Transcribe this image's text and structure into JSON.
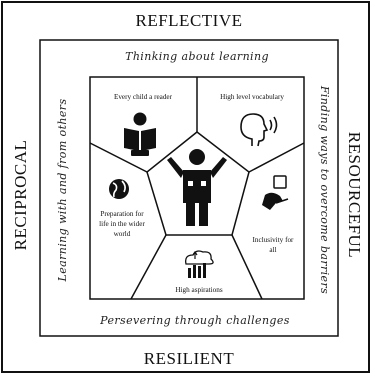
{
  "frame_labels": {
    "top": "REFLECTIVE",
    "left": "RECIPROCAL",
    "right": "RESOURCEFUL",
    "bottom": "RESILIENT"
  },
  "inner_labels": {
    "top": "Thinking about learning",
    "left": "Learning with and from others",
    "right": "Finding ways to overcome barriers",
    "bottom": "Persevering through challenges"
  },
  "segments": {
    "top_left": "Every child a reader",
    "top_right": "High level vocabulary",
    "left": [
      "Preparation for",
      "life in the wider",
      "world"
    ],
    "right": [
      "Inclusivity for",
      "all"
    ],
    "bottom": "High aspirations"
  },
  "icons": {
    "center": "child-icon",
    "top_left": "reading-book-icon",
    "top_right": "speaking-head-icon",
    "left": "globe-icon",
    "right": "helping-hand-icon",
    "bottom": "rising-growth-icon"
  }
}
